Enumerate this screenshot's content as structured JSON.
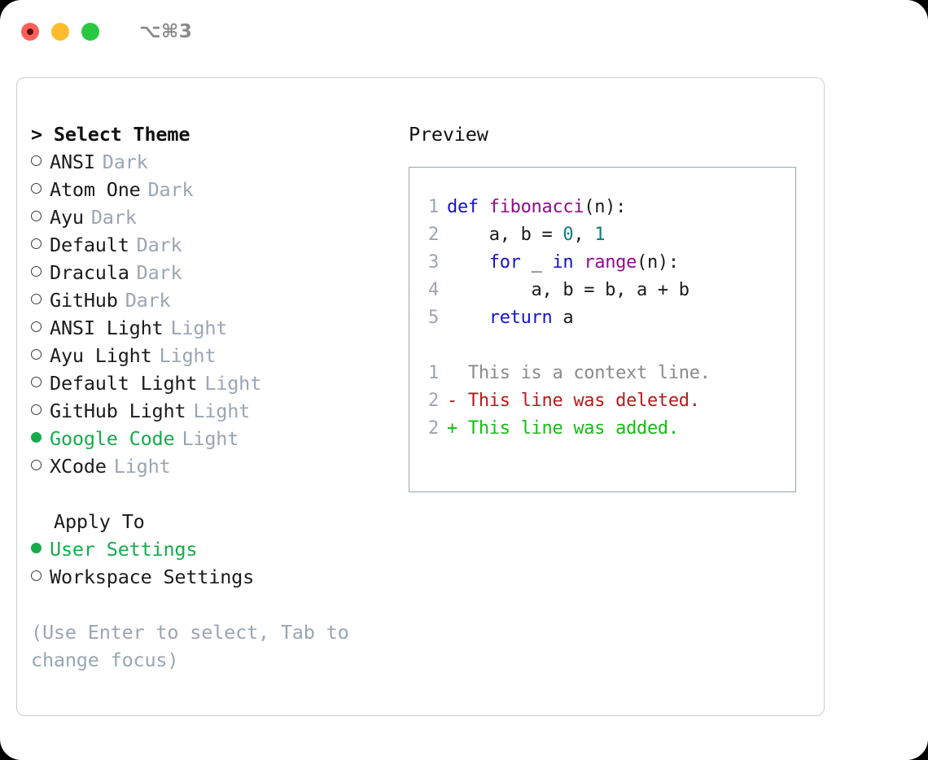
{
  "titlebar": {
    "shortcut": "⌥⌘3",
    "lights": [
      "close-light",
      "minimize-light",
      "maximize-light"
    ]
  },
  "theme_list": {
    "title": "> Select Theme",
    "options": [
      {
        "name": "ANSI",
        "kind": "Dark",
        "selected": false
      },
      {
        "name": "Atom One",
        "kind": "Dark",
        "selected": false
      },
      {
        "name": "Ayu",
        "kind": "Dark",
        "selected": false
      },
      {
        "name": "Default",
        "kind": "Dark",
        "selected": false
      },
      {
        "name": "Dracula",
        "kind": "Dark",
        "selected": false
      },
      {
        "name": "GitHub",
        "kind": "Dark",
        "selected": false
      },
      {
        "name": "ANSI Light",
        "kind": "Light",
        "selected": false
      },
      {
        "name": "Ayu Light",
        "kind": "Light",
        "selected": false
      },
      {
        "name": "Default Light",
        "kind": "Light",
        "selected": false
      },
      {
        "name": "GitHub Light",
        "kind": "Light",
        "selected": false
      },
      {
        "name": "Google Code",
        "kind": "Light",
        "selected": true
      },
      {
        "name": "XCode",
        "kind": "Light",
        "selected": false
      }
    ]
  },
  "apply_to": {
    "title": "Apply To",
    "options": [
      {
        "name": "User Settings",
        "selected": true
      },
      {
        "name": "Workspace Settings",
        "selected": false
      }
    ]
  },
  "hint": "(Use Enter to select, Tab to change focus)",
  "preview": {
    "title": "Preview",
    "code_lines": [
      {
        "number": "1",
        "tokens": [
          {
            "text": "def ",
            "type": "keyword"
          },
          {
            "text": "fibonacci",
            "type": "function"
          },
          {
            "text": "(n):",
            "type": "plain"
          }
        ]
      },
      {
        "number": "2",
        "tokens": [
          {
            "text": "    a, b = ",
            "type": "plain"
          },
          {
            "text": "0",
            "type": "number"
          },
          {
            "text": ", ",
            "type": "plain"
          },
          {
            "text": "1",
            "type": "number"
          }
        ]
      },
      {
        "number": "3",
        "tokens": [
          {
            "text": "    ",
            "type": "plain"
          },
          {
            "text": "for",
            "type": "keyword"
          },
          {
            "text": " _ ",
            "type": "plain"
          },
          {
            "text": "in",
            "type": "keyword"
          },
          {
            "text": " ",
            "type": "plain"
          },
          {
            "text": "range",
            "type": "function"
          },
          {
            "text": "(n):",
            "type": "plain"
          }
        ]
      },
      {
        "number": "4",
        "tokens": [
          {
            "text": "        a, b = b, a + b",
            "type": "plain"
          }
        ]
      },
      {
        "number": "5",
        "tokens": [
          {
            "text": "    ",
            "type": "plain"
          },
          {
            "text": "return",
            "type": "keyword"
          },
          {
            "text": " a",
            "type": "plain"
          }
        ]
      }
    ],
    "diff_lines": [
      {
        "number": "1",
        "marker": " ",
        "text": "  This is a context line.",
        "type": "context"
      },
      {
        "number": "2",
        "marker": "-",
        "text": "- This line was deleted.",
        "type": "deleted"
      },
      {
        "number": "2",
        "marker": "+",
        "text": "+ This line was added.",
        "type": "added"
      }
    ]
  },
  "colors": {
    "accent_green": "#17ac4b",
    "muted": "#9aa5b4",
    "keyword": "#1414cd",
    "function": "#8f0b8f",
    "number": "#0b7c7c",
    "diff_deleted": "#b61b1b",
    "diff_added": "#13bd13",
    "panel_border": "#c9cdd4",
    "preview_border": "#9aa5b1"
  }
}
